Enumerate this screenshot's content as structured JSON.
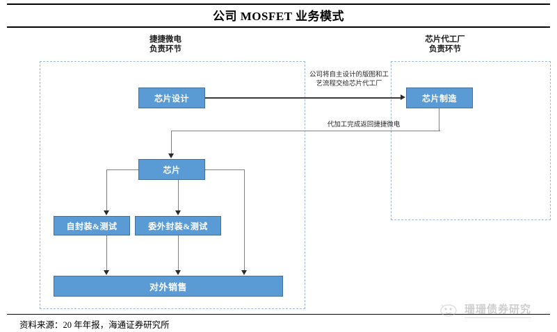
{
  "title": "公司 MOSFET 业务模式",
  "columns": {
    "left": {
      "line1": "捷捷微电",
      "line2": "负责环节"
    },
    "right": {
      "line1": "芯片代工厂",
      "line2": "负责环节"
    }
  },
  "nodes": {
    "chip_design": "芯片设计",
    "chip_manufacture": "芯片制造",
    "chip": "芯片",
    "self_package_test": "自封装&测试",
    "outsourced_package_test": "委外封装&测试",
    "external_sales": "对外销售"
  },
  "edges": {
    "design_to_manufacture": "公司将自主设计的版图和工艺流程交给芯片代工厂",
    "manufacture_to_chip": "代加工完成返回捷捷微电"
  },
  "footer": {
    "source": "资料来源：20 年年报，海通证券研究所"
  },
  "watermark": {
    "text": "珊珊债券研究"
  },
  "colors": {
    "box_fill": "#5B9BD5",
    "box_border": "#41719C",
    "zone_border": "#9DB9D8",
    "connector": "#808080",
    "arrow": "#2B2B2B"
  }
}
